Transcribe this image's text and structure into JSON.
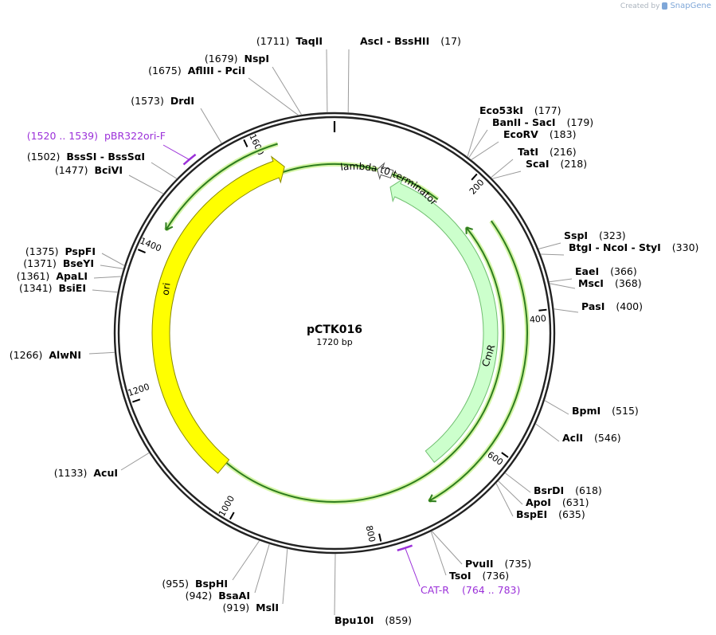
{
  "credit": {
    "created_by": "Created by",
    "brand": "SnapGene",
    "logo_icon": "snapgene-logo-icon"
  },
  "plasmid": {
    "name": "pCTK016",
    "length_bp": 1720,
    "length_label": "1720 bp"
  },
  "colors": {
    "backbone": "#222222",
    "ori": "#ffff00",
    "ori_outline": "#8a8a00",
    "cmr": "#ccffcc",
    "cmr_outline": "#6fbf6f",
    "terminator": "#ffffff",
    "strand": "#2e7d1e",
    "strand_glow": "#d4f5a6",
    "primer": "#9b30d9",
    "leader": "#9a9a9a"
  },
  "ticks": [
    {
      "bp": 200,
      "label": "200"
    },
    {
      "bp": 400,
      "label": "400"
    },
    {
      "bp": 600,
      "label": "600"
    },
    {
      "bp": 800,
      "label": "800"
    },
    {
      "bp": 1000,
      "label": "1000"
    },
    {
      "bp": 1200,
      "label": "1200"
    },
    {
      "bp": 1400,
      "label": "1400"
    },
    {
      "bp": 1600,
      "label": "1600"
    }
  ],
  "features": [
    {
      "name": "ori",
      "start": 1640,
      "end": 1050,
      "direction": "reverse",
      "type": "rep_origin"
    },
    {
      "name": "CmR",
      "start": 100,
      "end": 680,
      "direction": "reverse",
      "type": "CDS"
    },
    {
      "name": "lambda t0 terminator",
      "start": 95,
      "end": 70,
      "direction": "reverse",
      "type": "terminator"
    }
  ],
  "strand_arcs": [
    {
      "start": 1640,
      "end": 1440,
      "direction": "reverse"
    },
    {
      "start": 260,
      "end": 720,
      "direction": "forward"
    },
    {
      "start": 180,
      "end": 245,
      "direction": "reverse"
    }
  ],
  "primers": [
    {
      "name": "pBR322ori-F",
      "range": "(1520 .. 1539)",
      "start": 1520,
      "end": 1539
    },
    {
      "name": "CAT-R",
      "range": "(764 .. 783)",
      "start": 764,
      "end": 783
    }
  ],
  "sites": [
    {
      "pos": "(17)",
      "names": "AscI  - BssHII",
      "bp": 17
    },
    {
      "pos": "(177)",
      "names": "Eco53kI",
      "bp": 177
    },
    {
      "pos": "(179)",
      "names": "BanII  - SacI",
      "bp": 179
    },
    {
      "pos": "(183)",
      "names": "EcoRV",
      "bp": 183
    },
    {
      "pos": "(216)",
      "names": "TatI",
      "bp": 216
    },
    {
      "pos": "(218)",
      "names": "ScaI",
      "bp": 218
    },
    {
      "pos": "(323)",
      "names": "SspI",
      "bp": 323
    },
    {
      "pos": "(330)",
      "names": "BtgI  - NcoI  - StyI",
      "bp": 330
    },
    {
      "pos": "(366)",
      "names": "EaeI",
      "bp": 366
    },
    {
      "pos": "(368)",
      "names": "MscI",
      "bp": 368
    },
    {
      "pos": "(400)",
      "names": "PasI",
      "bp": 400
    },
    {
      "pos": "(515)",
      "names": "BpmI",
      "bp": 515
    },
    {
      "pos": "(546)",
      "names": "AclI",
      "bp": 546
    },
    {
      "pos": "(618)",
      "names": "BsrDI",
      "bp": 618
    },
    {
      "pos": "(631)",
      "names": "ApoI",
      "bp": 631
    },
    {
      "pos": "(635)",
      "names": "BspEI",
      "bp": 635
    },
    {
      "pos": "(735)",
      "names": "PvuII",
      "bp": 735
    },
    {
      "pos": "(736)",
      "names": "TsoI",
      "bp": 736
    },
    {
      "pos": "(859)",
      "names": "Bpu10I",
      "bp": 859
    },
    {
      "pos": "(919)",
      "names": "MslI",
      "bp": 919
    },
    {
      "pos": "(942)",
      "names": "BsaAI",
      "bp": 942
    },
    {
      "pos": "(955)",
      "names": "BspHI",
      "bp": 955
    },
    {
      "pos": "(1133)",
      "names": "AcuI",
      "bp": 1133
    },
    {
      "pos": "(1266)",
      "names": "AlwNI",
      "bp": 1266
    },
    {
      "pos": "(1341)",
      "names": "BsiEI",
      "bp": 1341
    },
    {
      "pos": "(1361)",
      "names": "ApaLI",
      "bp": 1361
    },
    {
      "pos": "(1371)",
      "names": "BseYI",
      "bp": 1371
    },
    {
      "pos": "(1375)",
      "names": "PspFI",
      "bp": 1375
    },
    {
      "pos": "(1477)",
      "names": "BciVI",
      "bp": 1477
    },
    {
      "pos": "(1502)",
      "names": "BssSI  - BssSαI",
      "bp": 1502
    },
    {
      "pos": "(1573)",
      "names": "DrdI",
      "bp": 1573
    },
    {
      "pos": "(1675)",
      "names": "AflIII  - PciI",
      "bp": 1675
    },
    {
      "pos": "(1679)",
      "names": "NspI",
      "bp": 1679
    },
    {
      "pos": "(1711)",
      "names": "TaqII",
      "bp": 1711
    }
  ]
}
